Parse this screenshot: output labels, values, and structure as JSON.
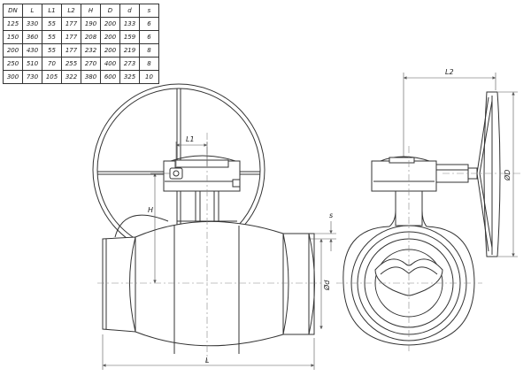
{
  "table": {
    "headers": [
      "DN",
      "L",
      "L1",
      "L2",
      "H",
      "D",
      "d",
      "s"
    ],
    "rows": [
      [
        "125",
        "330",
        "55",
        "177",
        "190",
        "200",
        "133",
        "6"
      ],
      [
        "150",
        "360",
        "55",
        "177",
        "208",
        "200",
        "159",
        "6"
      ],
      [
        "200",
        "430",
        "55",
        "177",
        "232",
        "200",
        "219",
        "8"
      ],
      [
        "250",
        "510",
        "70",
        "255",
        "270",
        "400",
        "273",
        "8"
      ],
      [
        "300",
        "730",
        "105",
        "322",
        "380",
        "600",
        "325",
        "10"
      ]
    ]
  },
  "labels": {
    "L": "L",
    "L1": "L1",
    "L2": "L2",
    "H": "H",
    "D": "ØD",
    "d": "Ød",
    "s": "s"
  },
  "colors": {
    "line": "#333333",
    "dim": "#555555"
  }
}
